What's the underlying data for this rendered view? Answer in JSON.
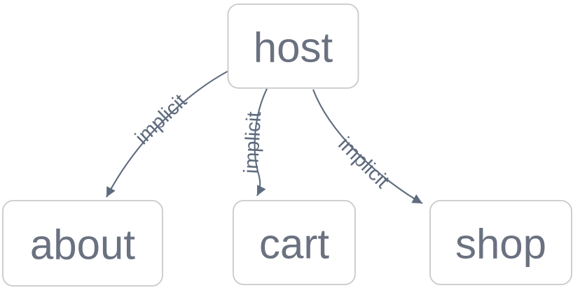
{
  "diagram": {
    "type": "graph",
    "background": "#ffffff",
    "colors": {
      "node_fill": "#ffffff",
      "node_border": "#c9c9c9",
      "node_text": "#6a7180",
      "edge": "#5f6b7e"
    },
    "nodes": [
      {
        "id": "host",
        "label": "host"
      },
      {
        "id": "about",
        "label": "about"
      },
      {
        "id": "cart",
        "label": "cart"
      },
      {
        "id": "shop",
        "label": "shop"
      }
    ],
    "edges": [
      {
        "from": "host",
        "to": "about",
        "label": "implicit"
      },
      {
        "from": "host",
        "to": "cart",
        "label": "implicit"
      },
      {
        "from": "host",
        "to": "shop",
        "label": "implicit"
      }
    ]
  }
}
